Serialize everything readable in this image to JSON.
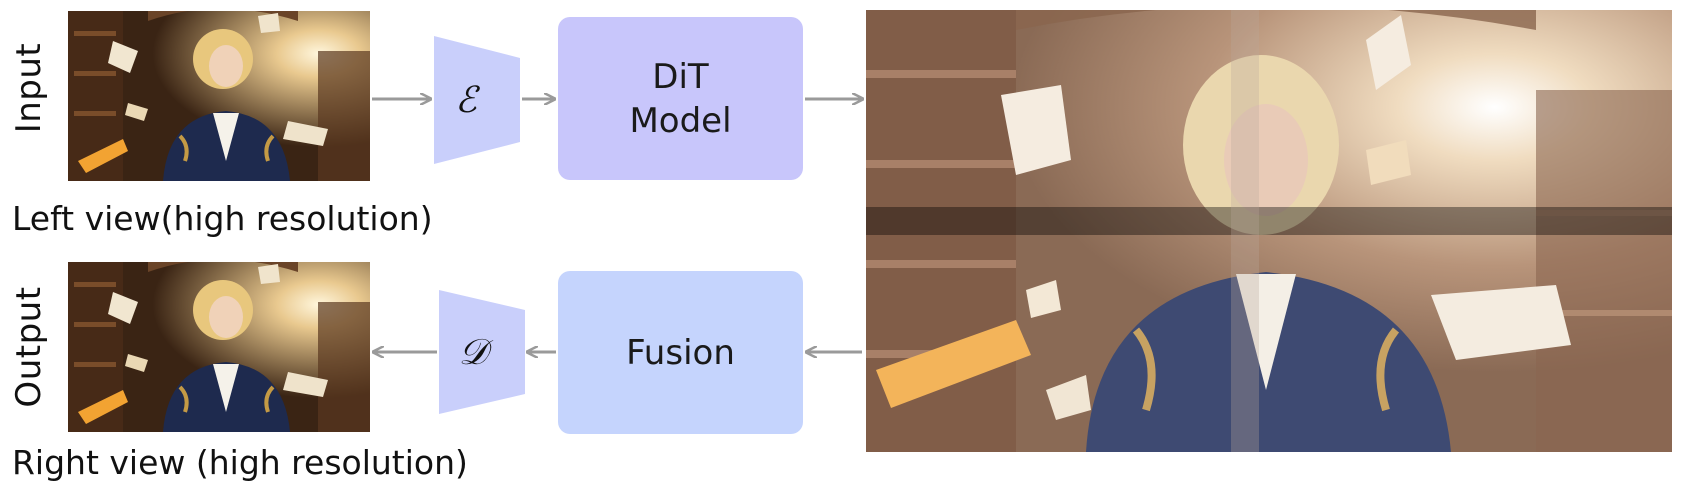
{
  "labels": {
    "input": "Input",
    "output": "Output",
    "left_caption": "Left view(high resolution)",
    "right_caption": "Right view (high resolution)"
  },
  "blocks": {
    "encoder_symbol": "ℰ",
    "decoder_symbol": "𝒟",
    "dit_line1": "DiT",
    "dit_line2": "Model",
    "fusion": "Fusion"
  },
  "colors": {
    "dit": "#c8c6fb",
    "fusion": "#c5d4fd",
    "encoder": "#c9cffb",
    "decoder": "#c9cffb",
    "arrow": "#9a9a9a"
  },
  "icons": {
    "input_image": "library-woman-image",
    "output_image": "library-woman-image",
    "tiled_latent_image": "tiled-library-woman-image"
  }
}
